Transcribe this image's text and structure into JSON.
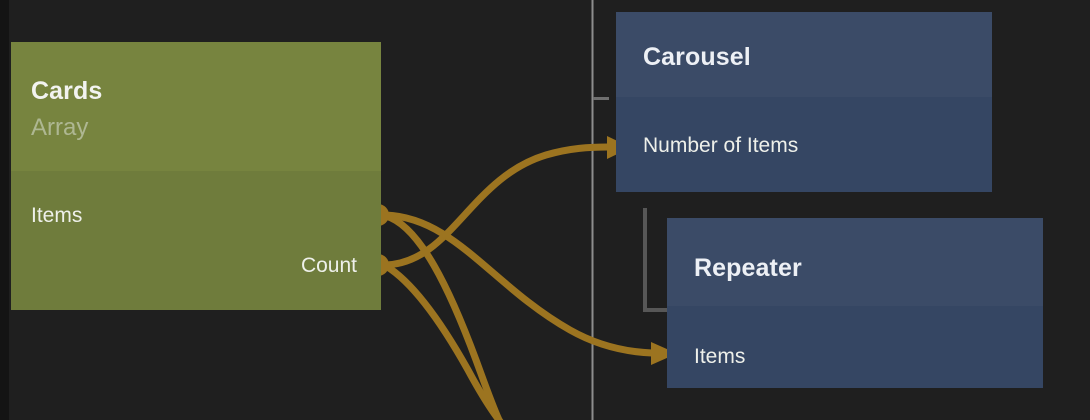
{
  "canvas": {
    "background_color": "#1f1f1f",
    "guide_color": "#8a8a8a",
    "wire_color": "#9c7420",
    "port_color": "#9c7420"
  },
  "nodes": [
    {
      "id": "cards",
      "title": "Cards",
      "subtitle": "Array",
      "kind": "source",
      "header_color": "#77843f",
      "body_color": "#6f7c3c",
      "outputs": [
        {
          "id": "cards-out-items",
          "label": "Items"
        },
        {
          "id": "cards-out-count",
          "label": "Count"
        }
      ]
    },
    {
      "id": "carousel",
      "title": "Carousel",
      "subtitle": "",
      "kind": "target",
      "header_color": "#3b4b67",
      "body_color": "#354663",
      "inputs": [
        {
          "id": "carousel-in-items",
          "label": "Number of Items"
        }
      ]
    },
    {
      "id": "repeater",
      "title": "Repeater",
      "subtitle": "",
      "kind": "target",
      "header_color": "#3b4b67",
      "body_color": "#354663",
      "inputs": [
        {
          "id": "repeater-in-items",
          "label": "Items"
        }
      ]
    }
  ],
  "connections": [
    {
      "id": "wire-count-to-carousel",
      "from": "cards-out-count",
      "to": "carousel-in-items"
    },
    {
      "id": "wire-items-to-repeater",
      "from": "cards-out-items",
      "to": "repeater-in-items"
    },
    {
      "id": "wire-items-offscreen",
      "from": "cards-out-items",
      "to": "offscreen-bottom"
    },
    {
      "id": "wire-count-offscreen",
      "from": "cards-out-count",
      "to": "offscreen-bottom"
    }
  ],
  "guides": [
    {
      "id": "vertical-guide",
      "orientation": "vertical"
    },
    {
      "id": "guide-tick",
      "orientation": "horizontal"
    },
    {
      "id": "repeater-bracket",
      "orientation": "bracket"
    }
  ]
}
